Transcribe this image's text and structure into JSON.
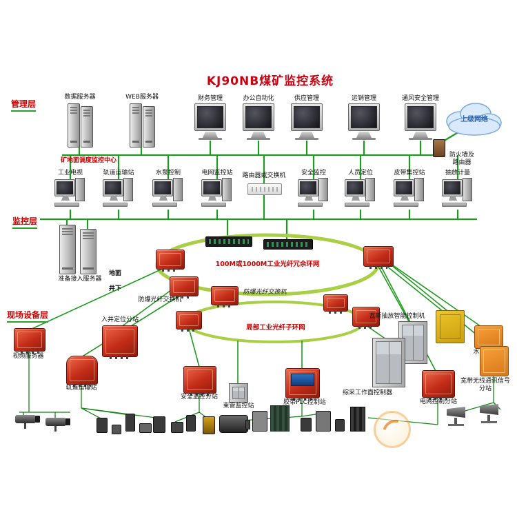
{
  "title": "KJ90NB煤矿监控系统",
  "layers": {
    "management": "管理层",
    "monitoring": "监控层",
    "field": "现场设备层"
  },
  "management": {
    "server1": "数据服务器",
    "server2": "WEB服务器",
    "workstations": [
      "财务管理",
      "办公自动化",
      "供应管理",
      "运销管理",
      "通风安全管理"
    ],
    "cloud": "上级网络",
    "firewall": "防火墙及路由器",
    "center": "矿地面调度监控中心"
  },
  "monitoring": {
    "stations": [
      "工业电视",
      "轨道运输站",
      "水泵控制",
      "电网监控站",
      "路由器或交换机",
      "安全监控",
      "人员定位",
      "皮带集控站",
      "抽放计量"
    ],
    "access_server": "准备接入服务器",
    "ground": "地面",
    "underground": "井下"
  },
  "ring": {
    "main": "100M或1000M工业光纤冗余环网",
    "switch_left": "防爆光纤交换机",
    "switch_mid": "防爆光纤交换机",
    "sub": "局部工业光纤子环网"
  },
  "field": {
    "video_server": "视频服务器",
    "entry_positioning": "入井定位分站",
    "rail_transport": "轨道运输站",
    "safety": "安全监控分站",
    "tube": "束管监控站",
    "belt_plc": "胶带PLC控制站",
    "mining_face": "综采工作面控制器",
    "power_grid": "电网控制分站",
    "wireless": "宽带无线通讯信号分站",
    "gas_drainage": "瓦斯抽放智能控制机",
    "pump": "水泵控制站"
  },
  "colors": {
    "accent_red": "#cc0000",
    "line_green": "#1e9b1e",
    "ring_green": "#a8cf45",
    "device_red": "#c22c18",
    "cloud_blue": "#2a5fae"
  }
}
